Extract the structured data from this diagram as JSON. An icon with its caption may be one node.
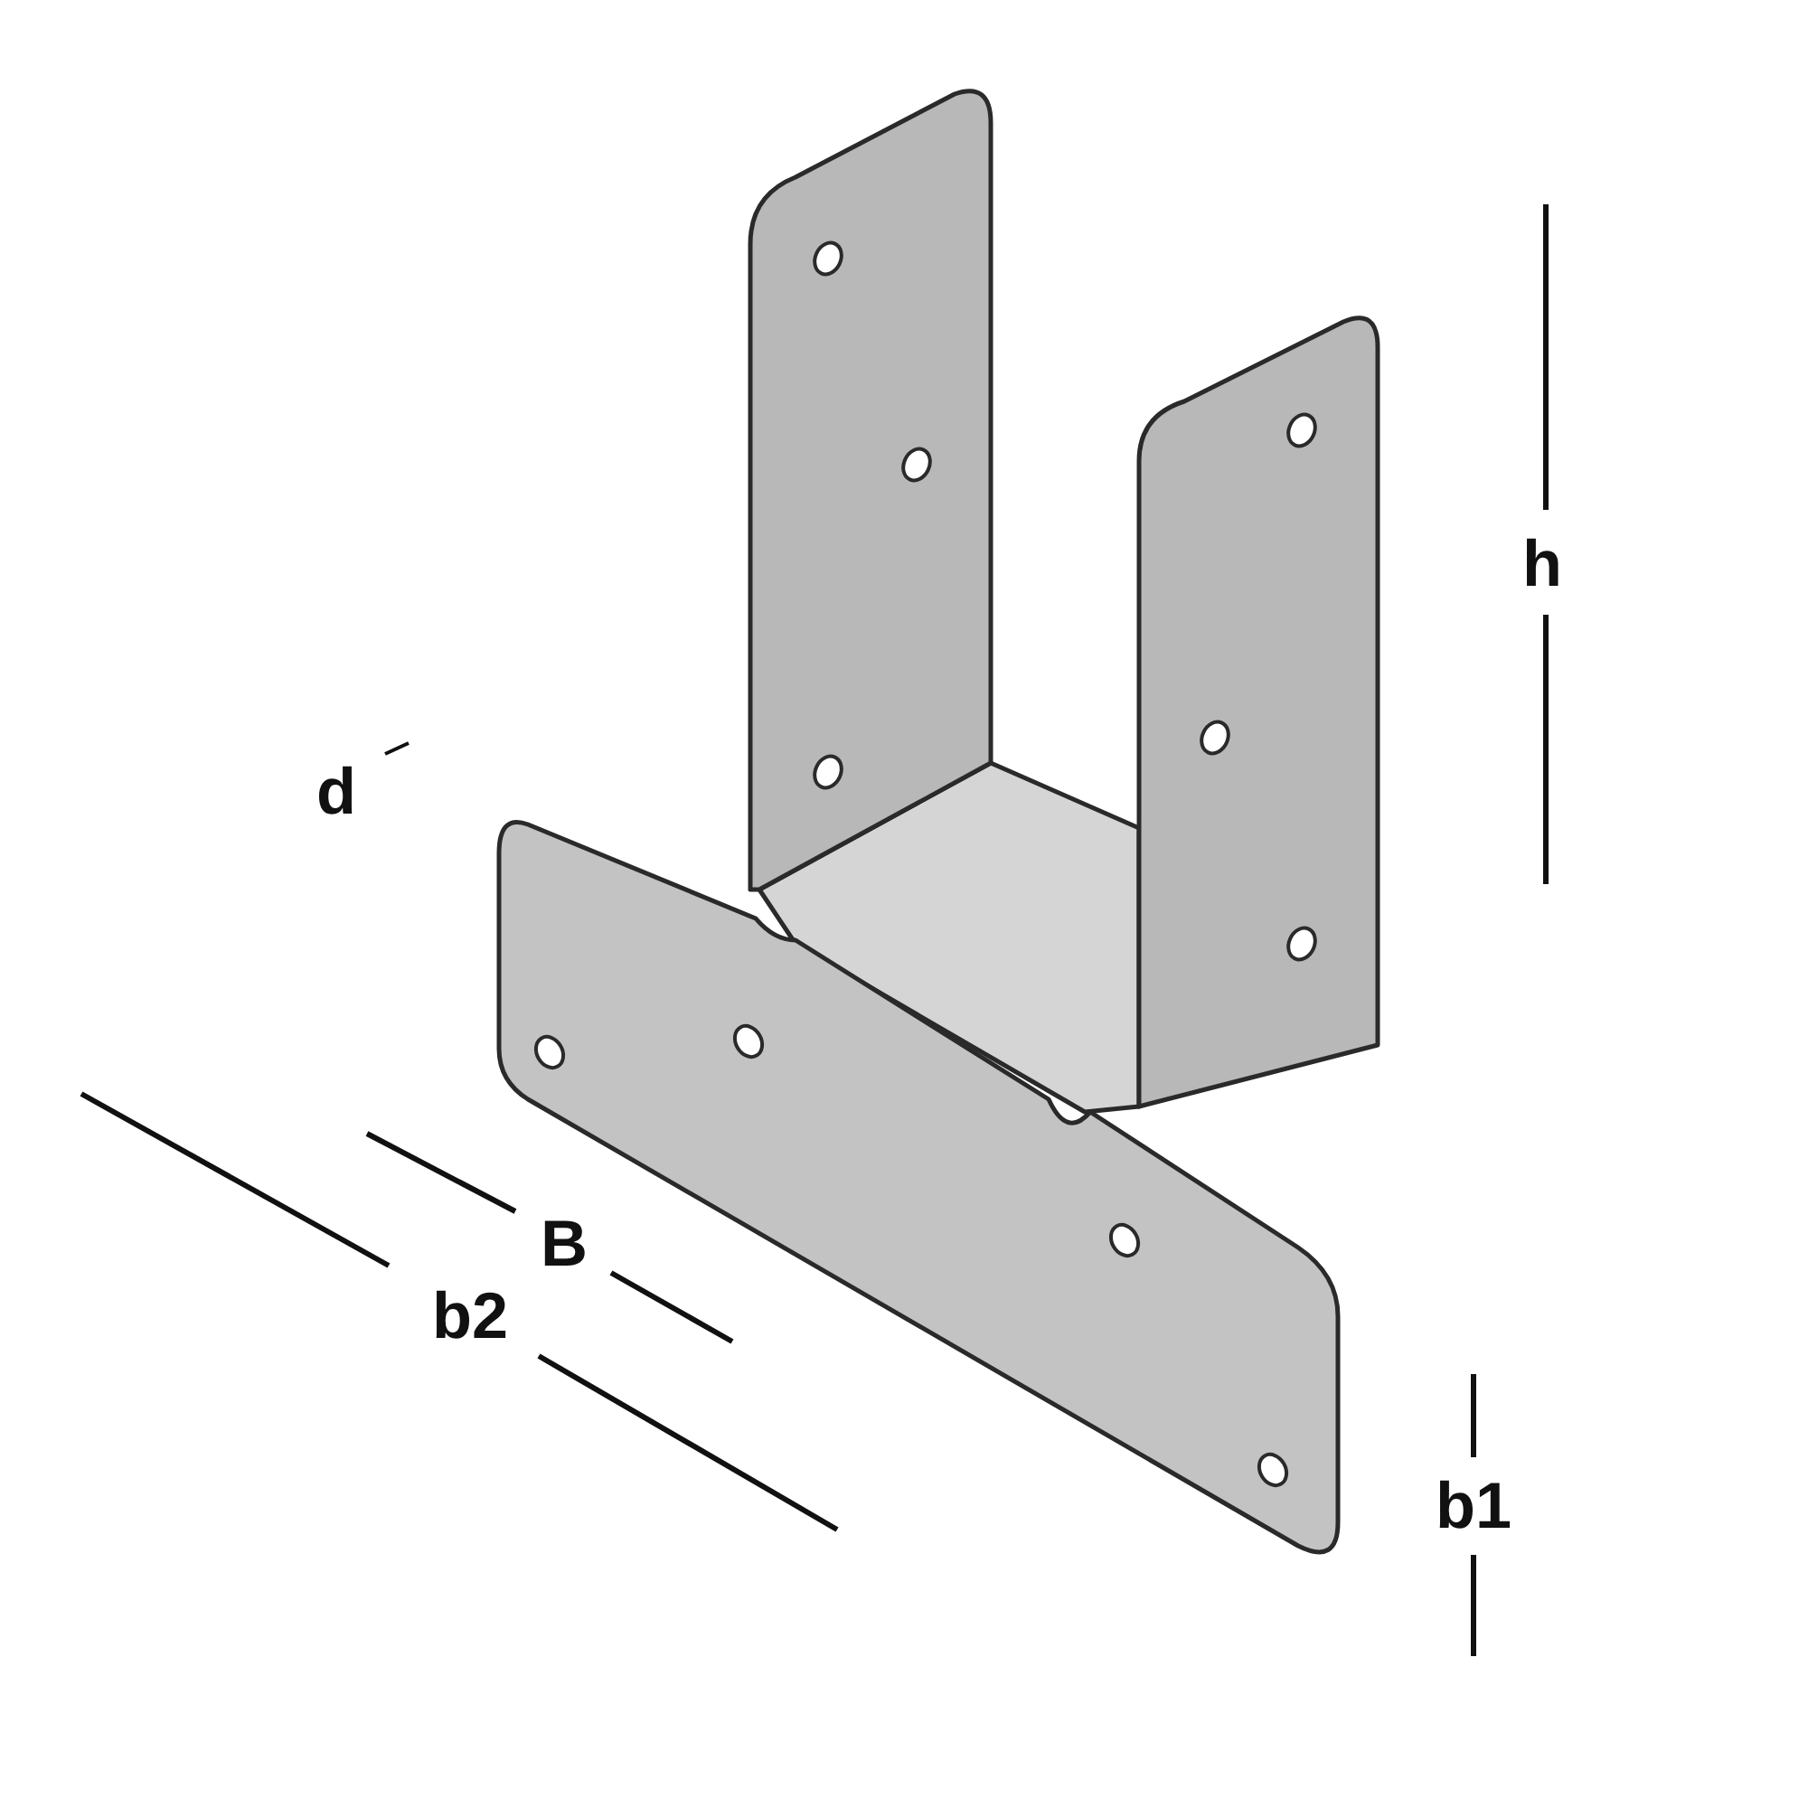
{
  "diagram": {
    "labels": [
      "h",
      "d",
      "B",
      "b2",
      "b1"
    ]
  }
}
